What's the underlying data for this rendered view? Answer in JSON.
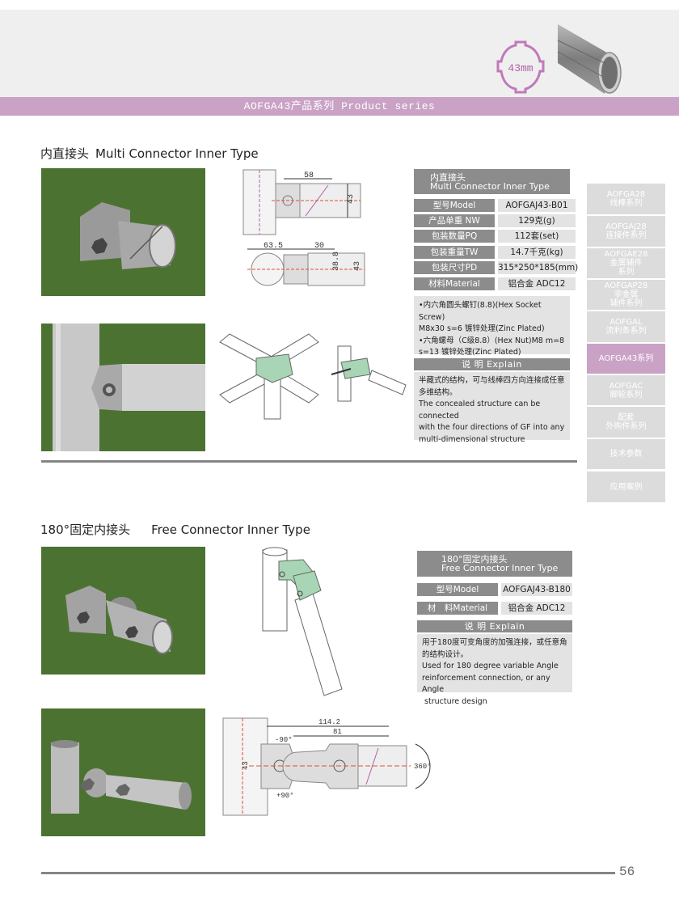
{
  "header": {
    "profile_size": "43mm",
    "series_title": "AOFGA43产品系列  Product series",
    "accent_color": "#c9a2c6"
  },
  "sections": [
    {
      "title_cn": "内直接头",
      "title_en": "Multi Connector Inner Type",
      "spec_title_cn": "内直接头",
      "spec_title_en": "Multi Connector Inner Type",
      "specs": [
        {
          "label": "型号Model",
          "value": "AOFGAJ43-B01"
        },
        {
          "label": "产品单重 NW",
          "value": "129克(g)"
        },
        {
          "label": "包装数量PQ",
          "value": "112套(set)"
        },
        {
          "label": "包装重量TW",
          "value": "14.7千克(kg)"
        },
        {
          "label": "包装尺寸PD",
          "value": "315*250*185(mm)"
        },
        {
          "label": "材料Material",
          "value": "铝合金 ADC12"
        }
      ],
      "notes": [
        "•内六角圆头螺钉(8.8)(Hex Socket Screw)",
        "M8x30  s=6  镀锌处理(Zinc Plated)",
        "•六角螺母（C级8.8）(Hex Nut)M8  m=8",
        "s=13  镀锌处理(Zinc Plated)"
      ],
      "explain_label": "说 明  Explain",
      "explain_lines": [
        "半藏式的结构，可与线棒四方向连接成任意",
        "多维结构。",
        "The concealed structure can be connected",
        "with the four directions of GF into any",
        "multi-dimensional structure"
      ],
      "dimensions": {
        "d1": "58",
        "d2": "43",
        "d3": "63.5",
        "d4": "30",
        "d5": "38.8",
        "d6": "43"
      }
    },
    {
      "title_cn": "180°固定内接头",
      "title_en": "Free Connector Inner Type",
      "spec_title_cn": "180°固定内接头",
      "spec_title_en": "Free Connector Inner Type",
      "specs": [
        {
          "label": "型号Model",
          "value": "AOFGAJ43-B180"
        },
        {
          "label": "材　料Material",
          "value": "铝合金 ADC12"
        }
      ],
      "explain_label": "说 明  Explain",
      "explain_lines": [
        "用于180度可变角度的加强连接，或任意角",
        "的结构设计。",
        "Used for 180 degree variable Angle",
        "reinforcement connection, or any Angle",
        " structure design"
      ],
      "dimensions": {
        "d1": "114.2",
        "d2": "81",
        "d3": "-90°",
        "d4": "+90°",
        "d5": "43",
        "d6": "360°"
      }
    }
  ],
  "sidebar": {
    "items": [
      {
        "line1": "AOFGA28",
        "line2": "线棒系列",
        "line3": ""
      },
      {
        "line1": "AOFGAJ28",
        "line2": "连接件系列",
        "line3": ""
      },
      {
        "line1": "AOFGAE28",
        "line2": "金属辅件",
        "line3": "系列"
      },
      {
        "line1": "AOFGAP28",
        "line2": "非金属",
        "line3": "辅件系列"
      },
      {
        "line1": "AOFGAL",
        "line2": "流利条系列",
        "line3": ""
      },
      {
        "line1": "AOFGA43系列",
        "line2": "",
        "line3": ""
      },
      {
        "line1": "AOFGAC",
        "line2": "脚轮系列",
        "line3": ""
      },
      {
        "line1": "配套",
        "line2": "外购件系列",
        "line3": ""
      },
      {
        "line1": "技术参数",
        "line2": "",
        "line3": ""
      },
      {
        "line1": "应用案例",
        "line2": "",
        "line3": ""
      }
    ]
  },
  "footer": {
    "page_number": "56"
  }
}
